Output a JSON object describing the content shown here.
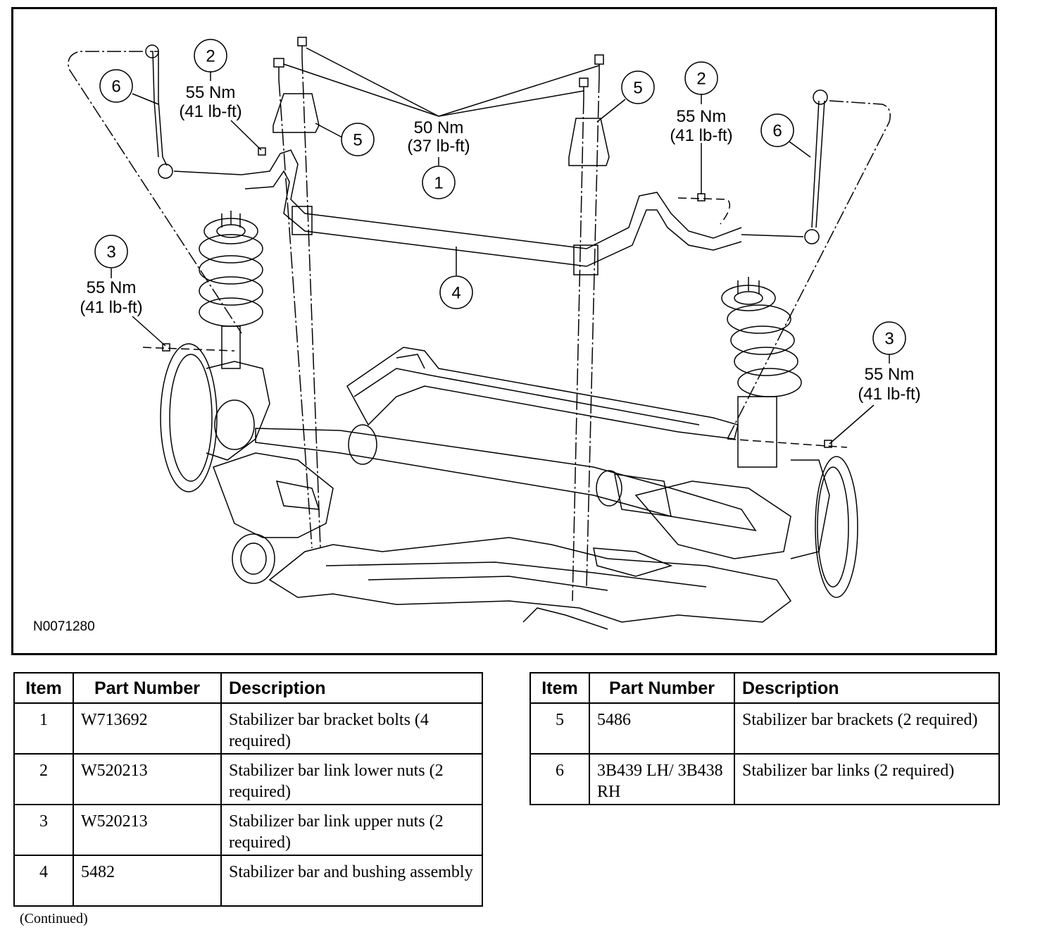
{
  "figure": {
    "id": "N0071280",
    "callouts": [
      {
        "item": "1",
        "torque_nm": "50 Nm",
        "torque_lbft": "(37 lb-ft)"
      },
      {
        "item": "2",
        "torque_nm": "55 Nm",
        "torque_lbft": "(41 lb-ft)",
        "side": "left"
      },
      {
        "item": "2",
        "torque_nm": "55 Nm",
        "torque_lbft": "(41 lb-ft)",
        "side": "right"
      },
      {
        "item": "3",
        "torque_nm": "55 Nm",
        "torque_lbft": "(41 lb-ft)",
        "side": "left"
      },
      {
        "item": "3",
        "torque_nm": "55 Nm",
        "torque_lbft": "(41 lb-ft)",
        "side": "right"
      },
      {
        "item": "4"
      },
      {
        "item": "5",
        "side": "left"
      },
      {
        "item": "5",
        "side": "right"
      },
      {
        "item": "6",
        "side": "left"
      },
      {
        "item": "6",
        "side": "right"
      }
    ]
  },
  "tables": {
    "headers": {
      "item": "Item",
      "part_number": "Part Number",
      "description": "Description"
    },
    "left": [
      {
        "item": "1",
        "part_number": "W713692",
        "description": "Stabilizer bar bracket bolts (4 required)"
      },
      {
        "item": "2",
        "part_number": "W520213",
        "description": "Stabilizer bar link lower nuts (2 required)"
      },
      {
        "item": "3",
        "part_number": "W520213",
        "description": "Stabilizer bar link upper nuts (2 required)"
      },
      {
        "item": "4",
        "part_number": "5482",
        "description": "Stabilizer bar and bushing assembly"
      }
    ],
    "right": [
      {
        "item": "5",
        "part_number": "5486",
        "description": "Stabilizer bar brackets (2 required)"
      },
      {
        "item": "6",
        "part_number": "3B439 LH/ 3B438 RH",
        "description": "Stabilizer bar links (2 required)"
      }
    ]
  },
  "continued": "(Continued)"
}
